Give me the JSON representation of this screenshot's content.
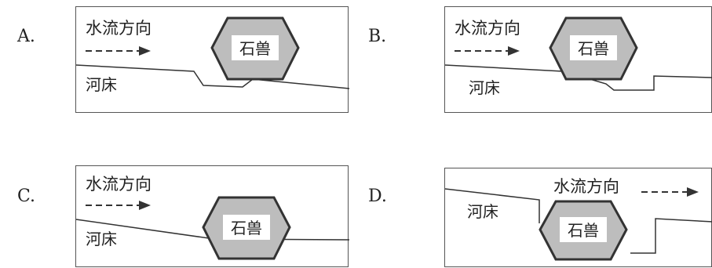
{
  "options": [
    {
      "letter": "A.",
      "flow_label": "水流方向",
      "bed_label": "河床",
      "stone_label": "石兽"
    },
    {
      "letter": "B.",
      "flow_label": "水流方向",
      "bed_label": "河床",
      "stone_label": "石兽"
    },
    {
      "letter": "C.",
      "flow_label": "水流方向",
      "bed_label": "河床",
      "stone_label": "石兽"
    },
    {
      "letter": "D.",
      "flow_label": "水流方向",
      "bed_label": "河床",
      "stone_label": "石兽"
    }
  ],
  "colors": {
    "stone_fill": "#bdbdbd",
    "stone_border": "#333333",
    "line": "#333333"
  }
}
